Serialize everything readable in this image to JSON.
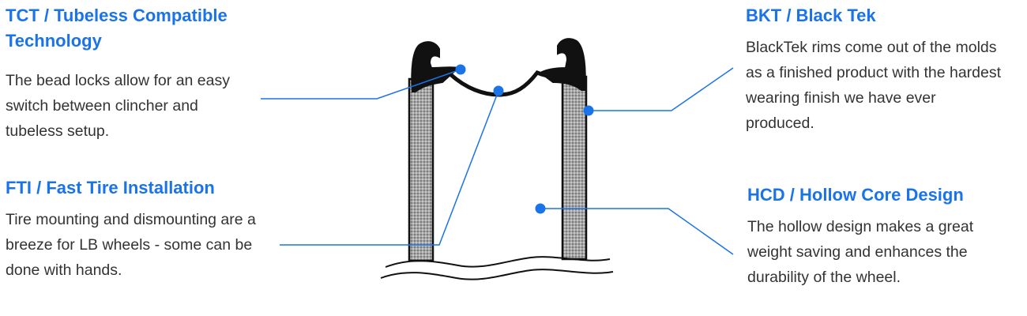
{
  "colors": {
    "accent": "#1a73e8",
    "text": "#333333",
    "rim_outline": "#111111",
    "carbon_fill": "#9a9a9a",
    "dot": "#1a73e8"
  },
  "callouts": {
    "tct": {
      "title": "TCT / Tubeless Compatible Technology",
      "body": "The bead locks allow for an easy switch between clincher and tubeless setup."
    },
    "fti": {
      "title": "FTI / Fast Tire Installation",
      "body": "Tire mounting and dismounting are a breeze for LB wheels - some can be done with hands."
    },
    "bkt": {
      "title": "BKT / Black Tek",
      "body": "BlackTek rims come out of the molds as a finished product with the hardest wearing finish we have ever produced."
    },
    "hcd": {
      "title": "HCD / Hollow Core Design",
      "body": "The hollow design makes a great weight saving and enhances the durability of the wheel."
    }
  },
  "diagram": {
    "subject": "rim cross-section",
    "icons": [
      "callout-dot-icon"
    ]
  }
}
